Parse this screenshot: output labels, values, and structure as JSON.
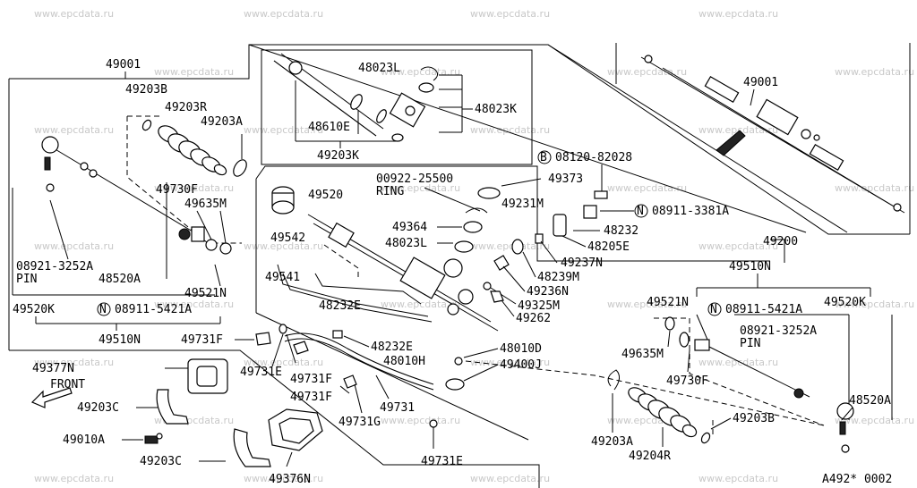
{
  "watermark": "www.epcdata.ru",
  "diagram_code": "A492* 0002",
  "front_label": "FRONT",
  "labels": {
    "p49001_main": "49001",
    "p49001_inset": "49001",
    "p49200": "49200",
    "p49203B_l": "49203B",
    "p49203R": "49203R",
    "p49203A_l": "49203A",
    "p49730F_l": "49730F",
    "p49635M_l": "49635M",
    "p08921_l": "08921-3252A",
    "pin_l": "PIN",
    "p48520A_l": "48520A",
    "p49521N_l": "49521N",
    "p49520K_l": "49520K",
    "p08911_5421A_l": "08911-5421A",
    "p49510N_l": "49510N",
    "p48023L_box": "48023L",
    "p48023K": "48023K",
    "p48610E": "48610E",
    "p49203K": "49203K",
    "p00922": "00922-25500",
    "ring": "RING",
    "p49373": "49373",
    "p08120": "08120-82028",
    "p49520": "49520",
    "p49231M": "49231M",
    "p08911_3381A": "08911-3381A",
    "p49364": "49364",
    "p48023L": "48023L",
    "p48232": "48232",
    "p48205E": "48205E",
    "p49542": "49542",
    "p49237N": "49237N",
    "p48239M": "48239M",
    "p49541": "49541",
    "p49236N": "49236N",
    "p48232E_a": "48232E",
    "p49325M": "49325M",
    "p49262": "49262",
    "p48232E_b": "48232E",
    "p49731F_a": "49731F",
    "p48010D": "48010D",
    "p48010H": "48010H",
    "p49400J": "49400J",
    "p49731E_a": "49731E",
    "p49377N": "49377N",
    "p49731F_b": "49731F",
    "p49731": "49731",
    "p49731G": "49731G",
    "p49203C_a": "49203C",
    "p49010A": "49010A",
    "p49203C_b": "49203C",
    "p49376N": "49376N",
    "p49731E_b": "49731E",
    "p49510N_r": "49510N",
    "p49521N_r": "49521N",
    "p08911_5421A_r": "08911-5421A",
    "p49520K_r": "49520K",
    "p08921_r": "08921-3252A",
    "pin_r": "PIN",
    "p49635M_r": "49635M",
    "p49730F_r": "49730F",
    "p48520A_r": "48520A",
    "p49203A_r": "49203A",
    "p49204R": "49204R",
    "p49203B_r": "49203B",
    "circle_N": "N",
    "circle_B": "B"
  }
}
